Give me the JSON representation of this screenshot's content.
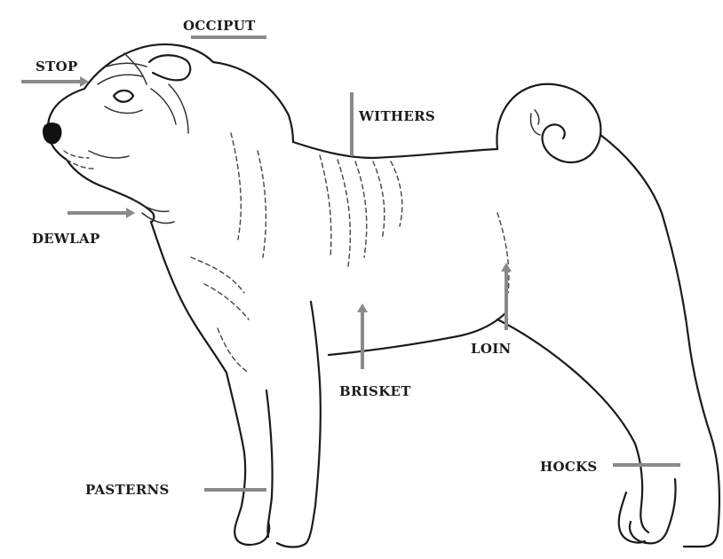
{
  "diagram": {
    "labels": {
      "occiput": "OCCIPUT",
      "stop": "STOP",
      "withers": "WITHERS",
      "dewlap": "DEWLAP",
      "loin": "LOIN",
      "brisket": "BRISKET",
      "hocks": "HOCKS",
      "pasterns": "PASTERNS"
    },
    "colors": {
      "line_art": "#1a1a1a",
      "pointer": "#8a8a8a",
      "label_text": "#1c1c1c",
      "background": "#ffffff"
    }
  }
}
